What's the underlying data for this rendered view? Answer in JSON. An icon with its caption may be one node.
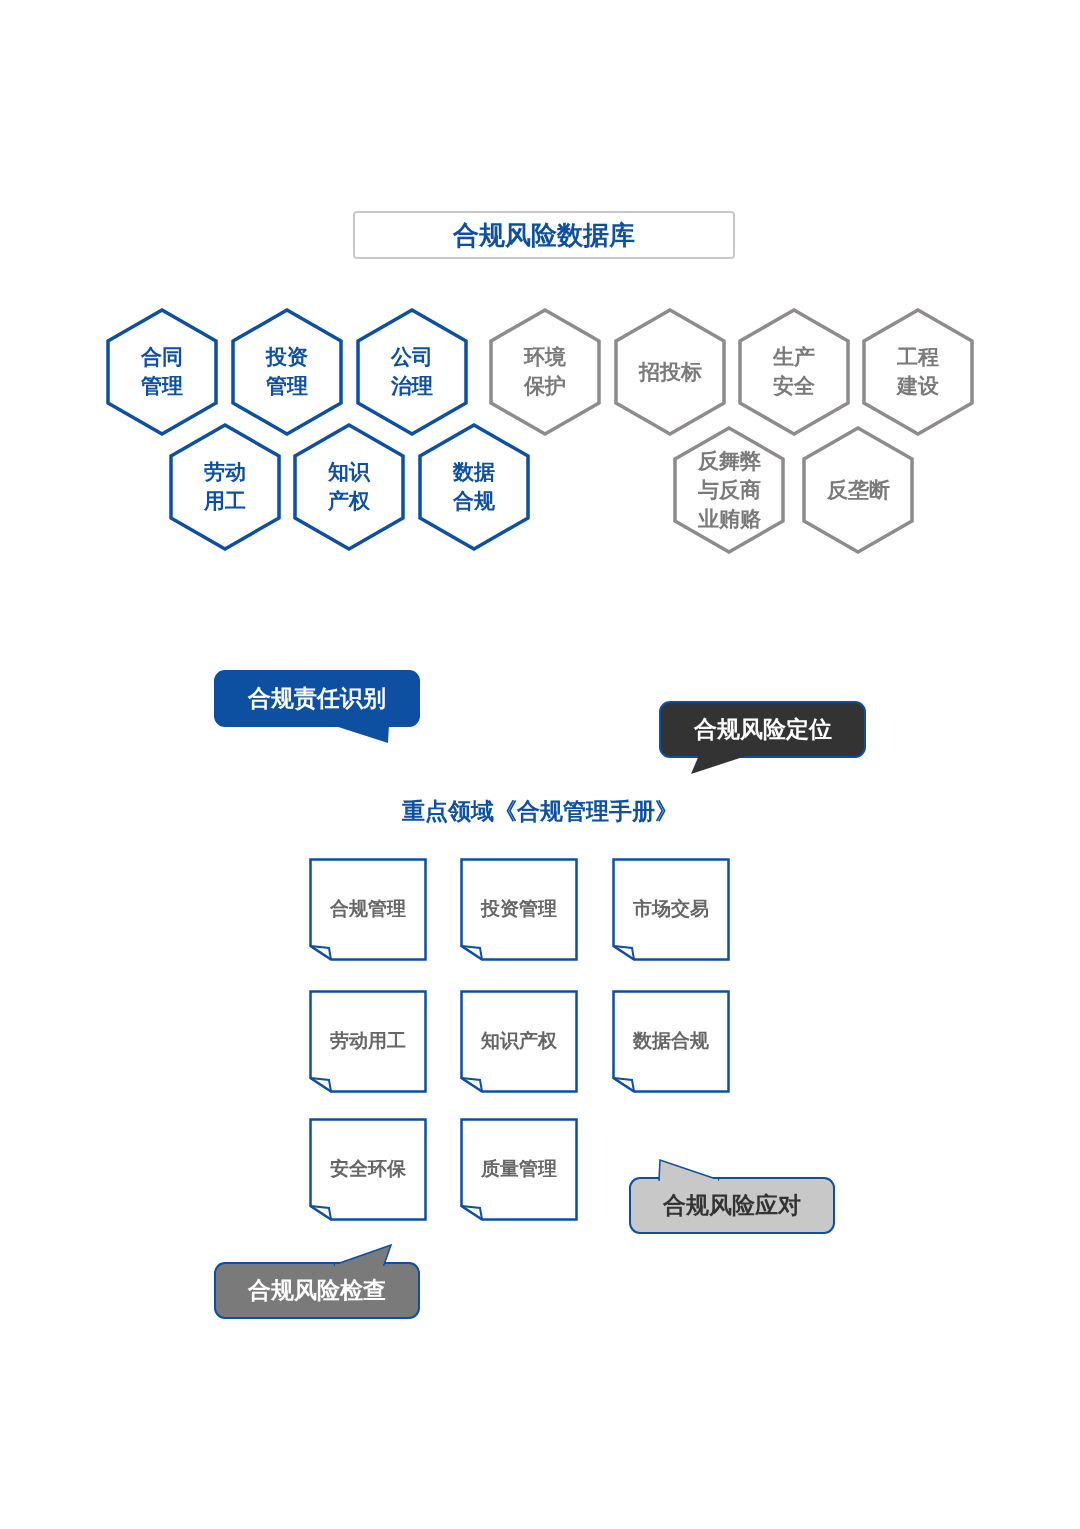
{
  "diagram": {
    "nodes": [
      {
        "text": [
          "合规风险数据库"
        ]
      },
      {
        "text": [
          "合同管理"
        ]
      },
      {
        "text": [
          "投资管理"
        ]
      },
      {
        "text": [
          "公司治理"
        ]
      },
      {
        "text": [
          "环境保护"
        ]
      },
      {
        "text": [
          "招投标"
        ]
      },
      {
        "text": [
          "生产安全"
        ]
      },
      {
        "text": [
          "工程建设"
        ]
      },
      {
        "text": [
          "劳动用工"
        ]
      },
      {
        "text": [
          "知识产权"
        ]
      },
      {
        "text": [
          "数据合规"
        ]
      },
      {
        "text": [
          "反舞弊与反商业贿赂"
        ]
      },
      {
        "text": [
          "反垄断"
        ]
      },
      {
        "text": [
          "合规责任识别"
        ]
      },
      {
        "text": [
          "合规风险定位"
        ]
      },
      {
        "text": [
          "合规管理"
        ]
      },
      {
        "text": [
          "投资管理"
        ]
      },
      {
        "text": [
          "市场交易"
        ]
      },
      {
        "text": [
          "劳动用工"
        ]
      },
      {
        "text": [
          "知识产权"
        ]
      },
      {
        "text": [
          "数据合规"
        ]
      },
      {
        "text": [
          "安全环保"
        ]
      },
      {
        "text": [
          "质量管理"
        ]
      },
      {
        "text": [
          "合规风险应对"
        ]
      },
      {
        "text": [
          "合规风险检查"
        ]
      }
    ],
    "labels": [
      "重点领域《合规管理手册》"
    ]
  }
}
